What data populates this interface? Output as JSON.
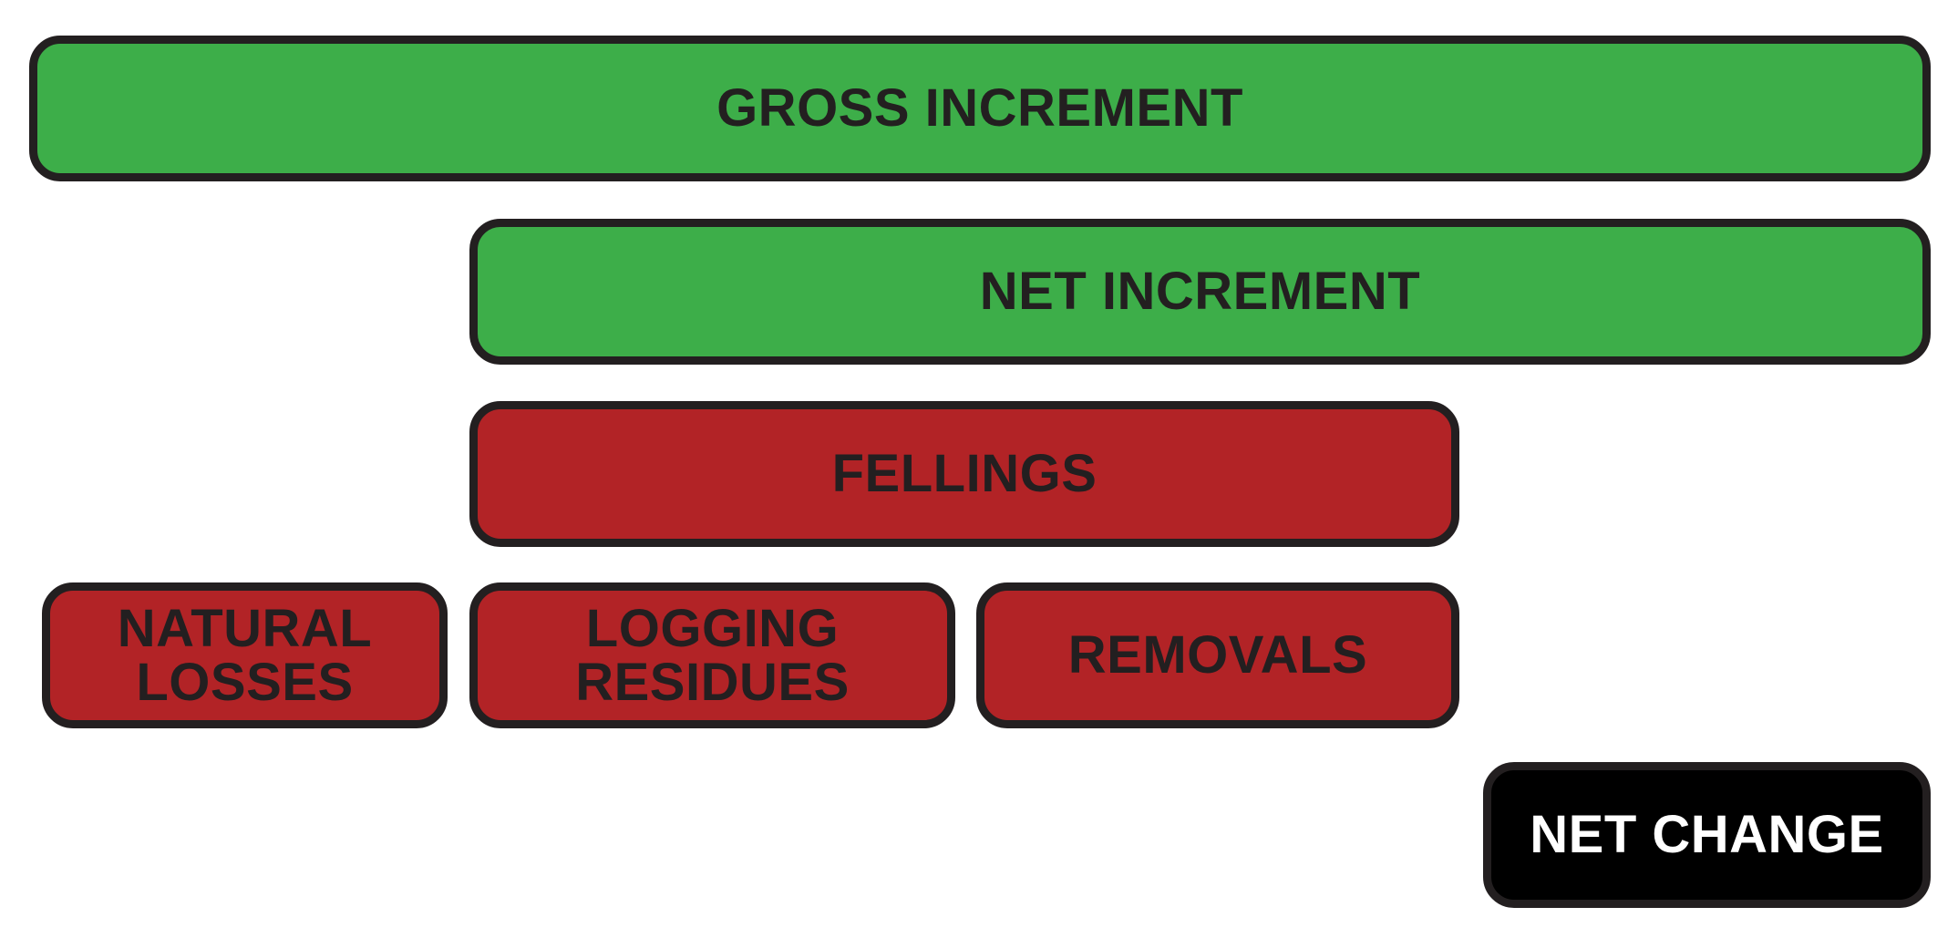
{
  "colors": {
    "increment": "#3dae49",
    "loss": "#b22326",
    "result": "#000000",
    "outline": "#231f20"
  },
  "boxes": {
    "gross_increment": "GROSS INCREMENT",
    "net_increment": "NET INCREMENT",
    "fellings": "FELLINGS",
    "natural_losses": "NATURAL\nLOSSES",
    "logging_residues": "LOGGING\nRESIDUES",
    "removals": "REMOVALS",
    "net_change": "NET CHANGE"
  }
}
